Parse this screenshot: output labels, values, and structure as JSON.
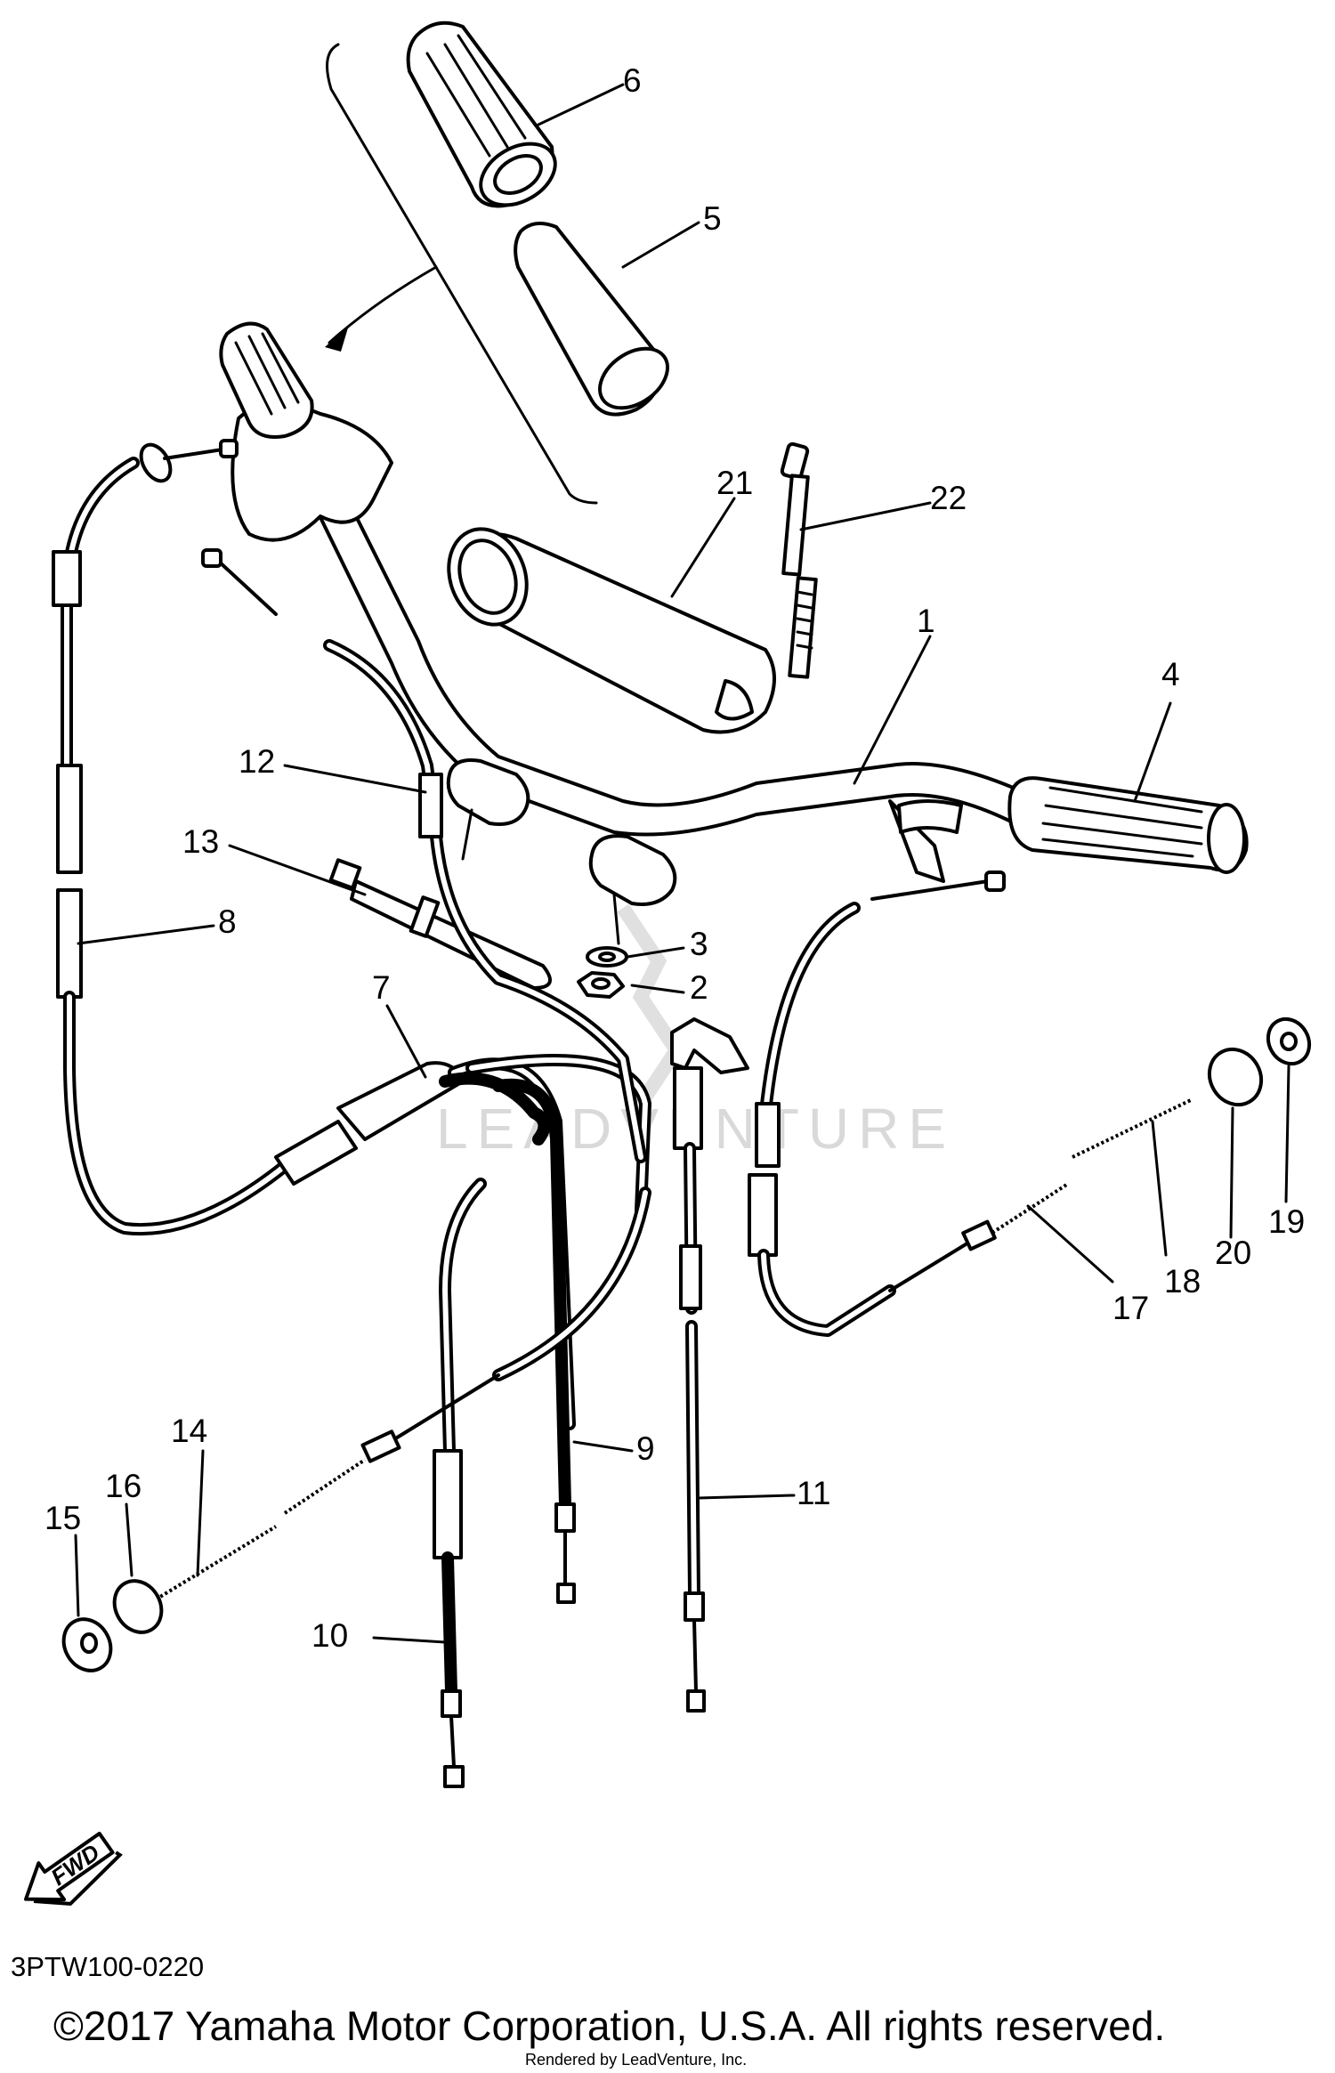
{
  "diagram": {
    "callouts": [
      {
        "id": "1",
        "label": "1"
      },
      {
        "id": "2",
        "label": "2"
      },
      {
        "id": "3",
        "label": "3"
      },
      {
        "id": "4",
        "label": "4"
      },
      {
        "id": "5",
        "label": "5"
      },
      {
        "id": "6",
        "label": "6"
      },
      {
        "id": "7",
        "label": "7"
      },
      {
        "id": "8",
        "label": "8"
      },
      {
        "id": "9",
        "label": "9"
      },
      {
        "id": "10",
        "label": "10"
      },
      {
        "id": "11",
        "label": "11"
      },
      {
        "id": "12",
        "label": "12"
      },
      {
        "id": "13",
        "label": "13"
      },
      {
        "id": "14",
        "label": "14"
      },
      {
        "id": "15",
        "label": "15"
      },
      {
        "id": "16",
        "label": "16"
      },
      {
        "id": "17",
        "label": "17"
      },
      {
        "id": "18",
        "label": "18"
      },
      {
        "id": "19",
        "label": "19"
      },
      {
        "id": "20",
        "label": "20"
      },
      {
        "id": "21",
        "label": "21"
      },
      {
        "id": "22",
        "label": "22"
      }
    ],
    "direction_arrow": "FWD",
    "diagram_code": "3PTW100-0220",
    "copyright": "©2017 Yamaha Motor Corporation, U.S.A. All rights reserved.",
    "rendered_by": "Rendered by LeadVenture, Inc.",
    "watermark": "LEADVENTURE"
  }
}
